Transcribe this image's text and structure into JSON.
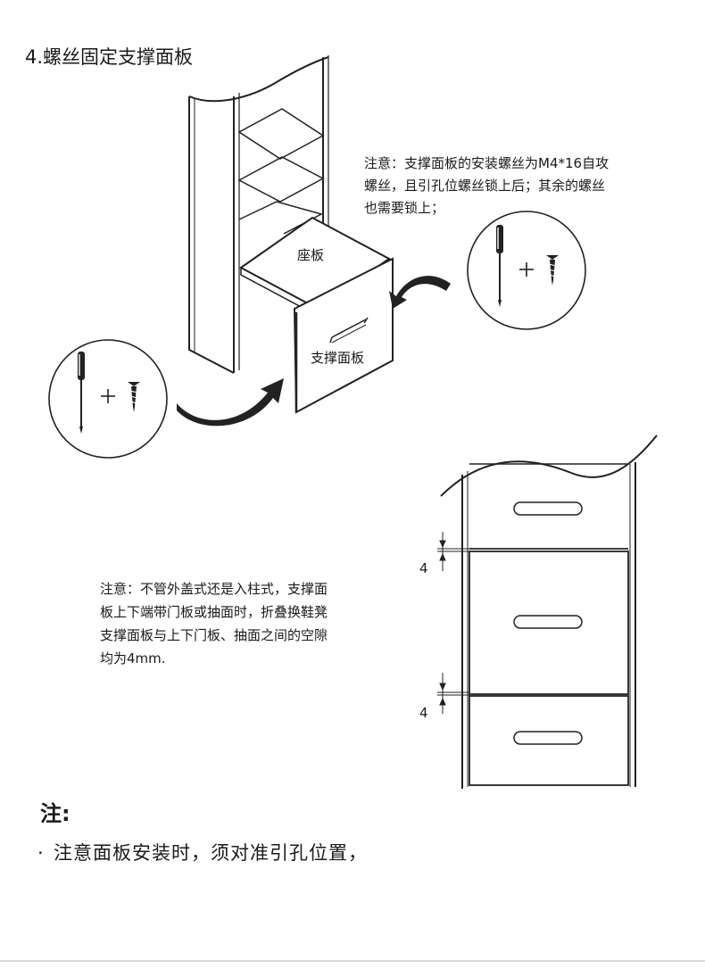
{
  "title": "4.螺丝固定支撑面板",
  "note_top": [
    "注意：支撑面板的安装螺丝为M4*16自攻",
    "螺丝，且引孔位螺丝锁上后；其余的螺丝",
    "也需要锁上；"
  ],
  "labels": {
    "seat": "座板",
    "support_panel": "支撑面板"
  },
  "note_mid": [
    "注意：不管外盖式还是入柱式，支撑面",
    "板上下端带门板或抽面时，折叠换鞋凳",
    "支撑面板与上下门板、抽面之间的空隙",
    "均为4mm."
  ],
  "dimensions": {
    "gap_top": "4",
    "gap_bottom": "4"
  },
  "footer": {
    "heading": "注:",
    "bullet": "·",
    "item": "注意面板安装时，须对准引孔位置，"
  },
  "icons": [
    "screwdriver-icon",
    "plus-icon",
    "screw-icon",
    "curved-arrow-icon"
  ]
}
